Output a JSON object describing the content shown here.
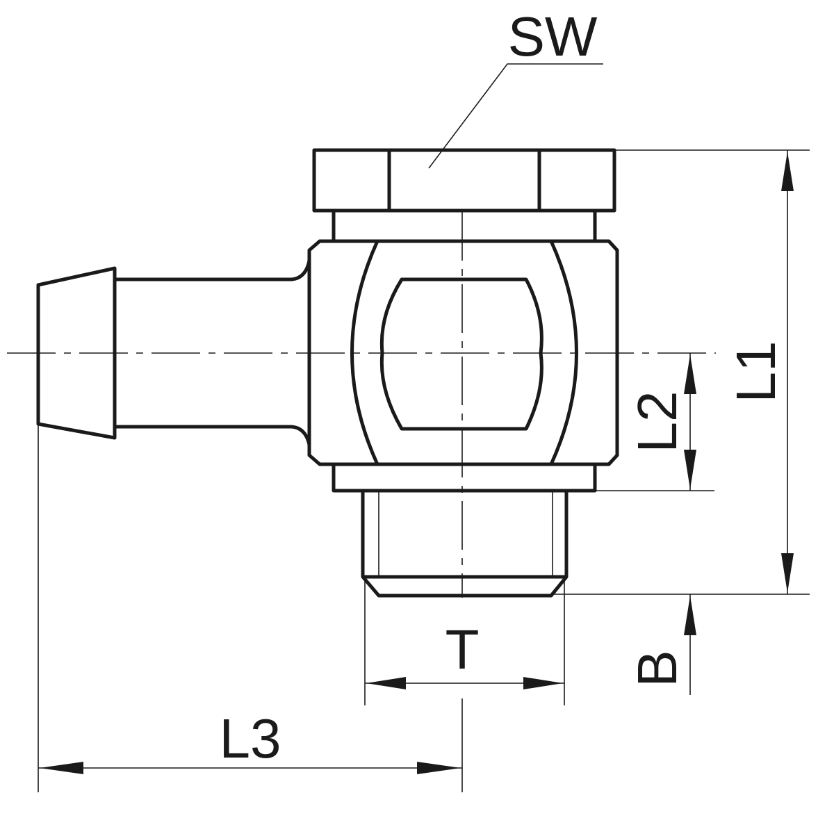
{
  "drawing": {
    "labels": {
      "sw": "SW",
      "l1": "L1",
      "l2": "L2",
      "l3": "L3",
      "t": "T",
      "b": "B"
    },
    "line_color": "#1a1a1a",
    "background": "#ffffff"
  }
}
